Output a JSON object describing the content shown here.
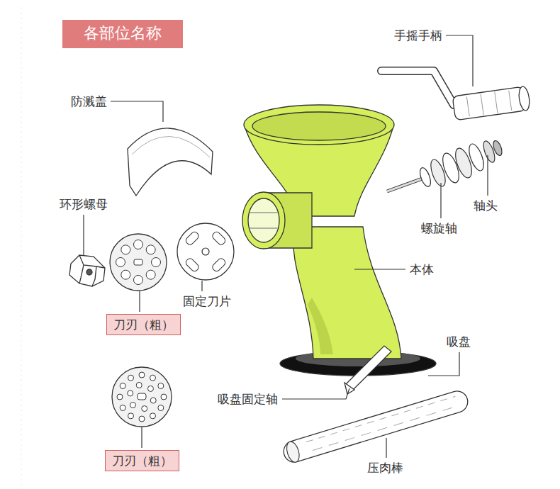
{
  "diagram": {
    "title": "各部位名称",
    "nodes": [
      {
        "text": [
          "刀刃（粗）"
        ]
      },
      {
        "text": [
          "刀刃（粗）"
        ]
      }
    ],
    "labels": [
      "手摇手柄",
      "防溅盖",
      "轴头",
      "螺旋轴",
      "环形螺母",
      "本体",
      "固定刀片",
      "吸盘",
      "吸盘固定轴",
      "压肉棒"
    ]
  }
}
